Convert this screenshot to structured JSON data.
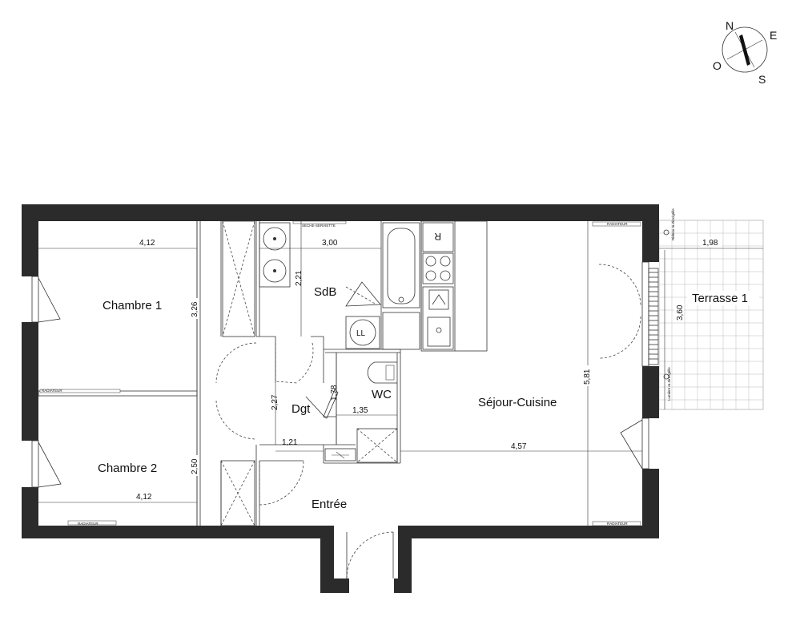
{
  "compass": {
    "north": "N",
    "east": "E",
    "south": "S",
    "west": "O"
  },
  "rooms": {
    "chambre1": "Chambre 1",
    "chambre2": "Chambre 2",
    "sdb": "SdB",
    "dgt": "Dgt",
    "wc": "WC",
    "sejour": "Séjour-Cuisine",
    "entree": "Entrée",
    "terrasse": "Terrasse 1"
  },
  "dimensions": {
    "chambre1_width": "4,12",
    "chambre1_depth": "3,26",
    "chambre2_width": "4,12",
    "chambre2_depth": "2,50",
    "sdb_width": "3,00",
    "sdb_depth": "2,21",
    "dgt_depth": "2,27",
    "dgt_width": "1,21",
    "wc_depth": "1,78",
    "wc_width": "1,35",
    "sejour_width": "4,57",
    "sejour_depth": "5,81",
    "terrasse_width": "1,98",
    "terrasse_depth": "3,60"
  },
  "fixtures": {
    "washing_machine": "LL",
    "fridge": "R",
    "towel_dryer": "SECHE-SERVIETTE",
    "radiator": "RADIATEUR",
    "balcony_rail": "Rideau m.Zinc/grille",
    "street_light": "Lumière m.Zinc/grille"
  }
}
